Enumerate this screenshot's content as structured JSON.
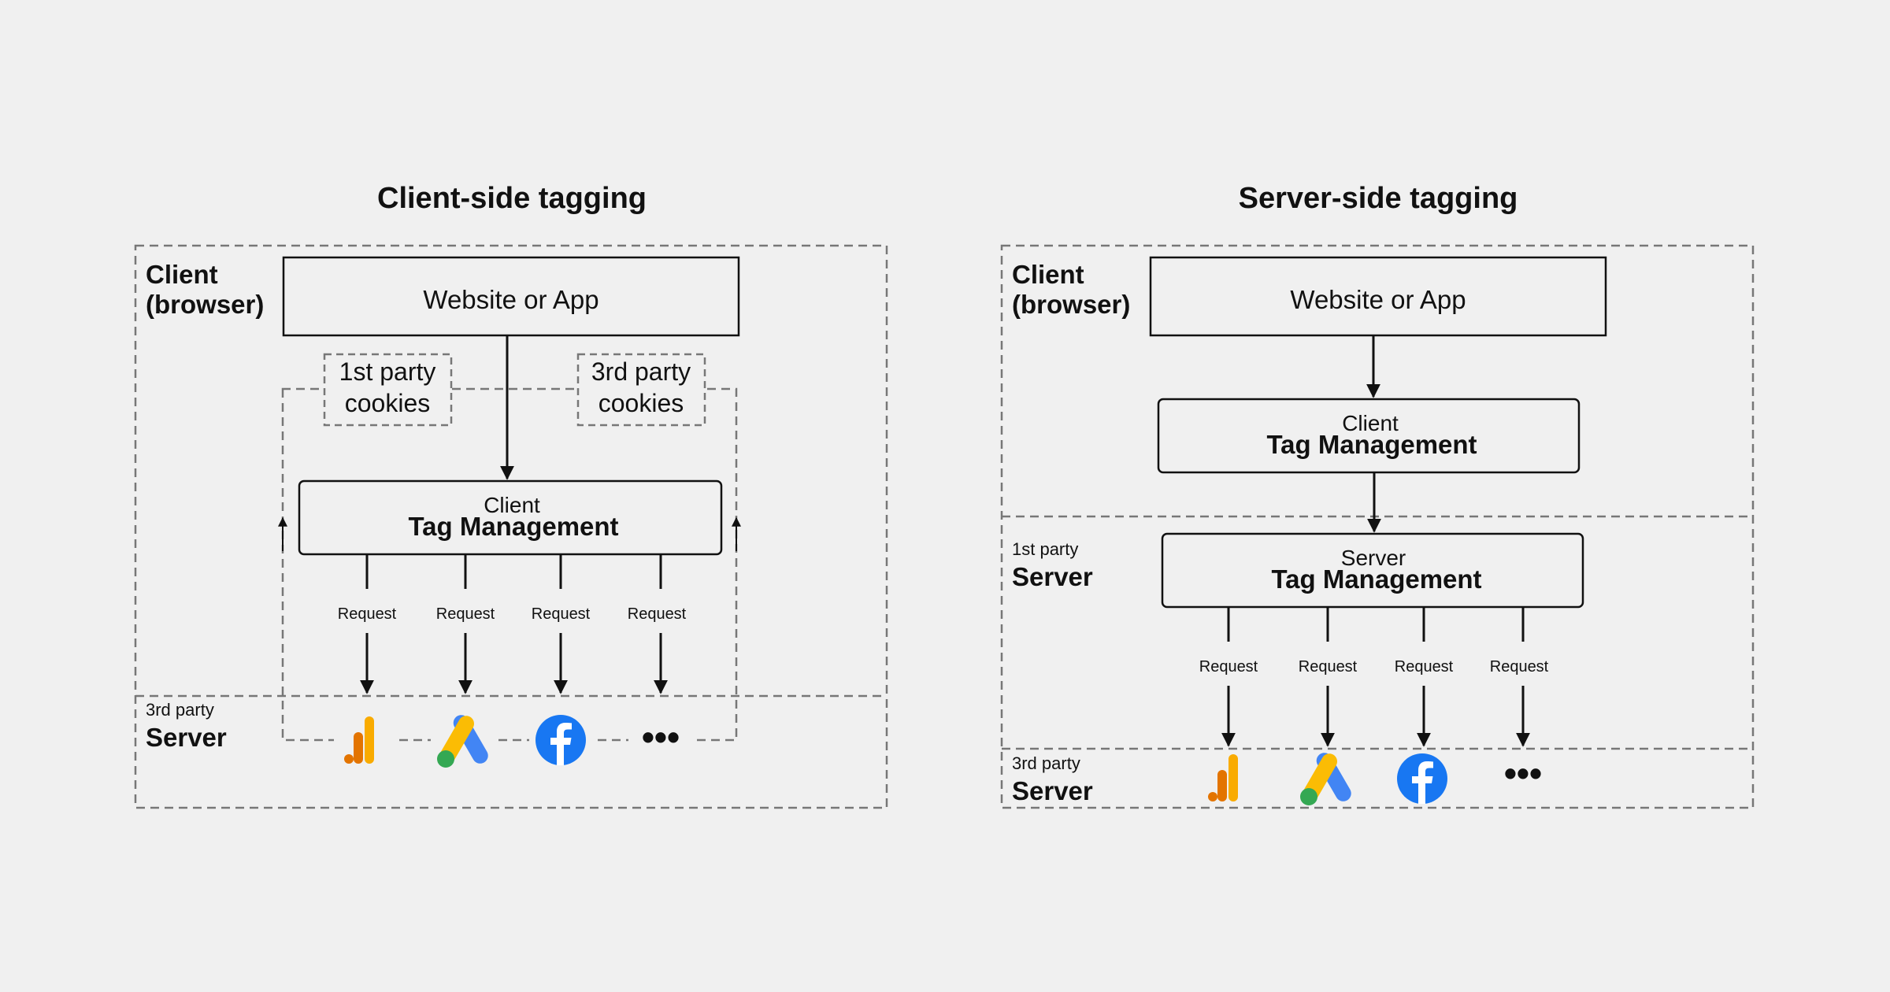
{
  "client_side": {
    "title": "Client-side tagging",
    "client_region": {
      "line1": "Client",
      "line2": "(browser)"
    },
    "server_region": {
      "sub": "3rd party",
      "main": "Server"
    },
    "website_box": "Website or App",
    "cookies_1st": {
      "line1": "1st party",
      "line2": "cookies"
    },
    "cookies_3rd": {
      "line1": "3rd party",
      "line2": "cookies"
    },
    "tag_box": {
      "line1": "Client",
      "line2": "Tag Management"
    },
    "requests": [
      "Request",
      "Request",
      "Request",
      "Request"
    ],
    "vendors": [
      "google-analytics-icon",
      "google-ads-icon",
      "facebook-icon",
      "more-icon"
    ],
    "more_label": "•••"
  },
  "server_side": {
    "title": "Server-side tagging",
    "client_region": {
      "line1": "Client",
      "line2": "(browser)"
    },
    "first_party_region": {
      "sub": "1st party",
      "main": "Server"
    },
    "third_party_region": {
      "sub": "3rd party",
      "main": "Server"
    },
    "website_box": "Website or App",
    "client_tag_box": {
      "line1": "Client",
      "line2": "Tag Management"
    },
    "server_tag_box": {
      "line1": "Server",
      "line2": "Tag Management"
    },
    "requests": [
      "Request",
      "Request",
      "Request",
      "Request"
    ],
    "vendors": [
      "google-analytics-icon",
      "google-ads-icon",
      "facebook-icon",
      "more-icon"
    ],
    "more_label": "•••"
  },
  "colors": {
    "ga_orange": "#f9ab00",
    "ga_dark_orange": "#e37400",
    "ads_yellow": "#fbbc04",
    "ads_blue": "#4285f4",
    "ads_green": "#34a853",
    "facebook_blue": "#1877f2",
    "line": "#111111",
    "dashed": "#777777"
  }
}
